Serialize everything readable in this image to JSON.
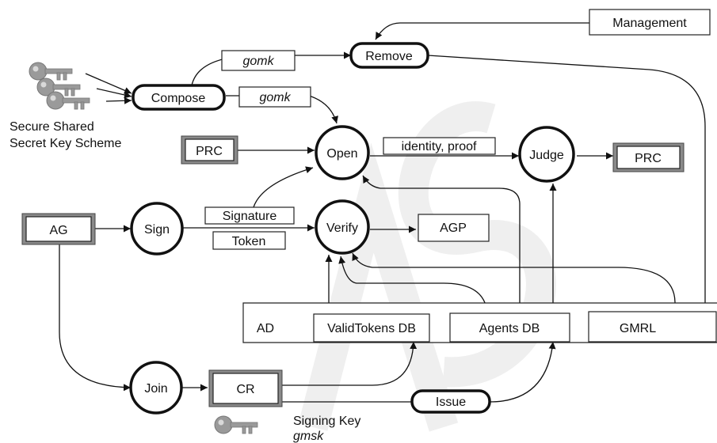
{
  "colors": {
    "stroke": "#111111",
    "watermark": "#bbbbbb",
    "key": "#9a9a9a",
    "shadow": "#8a8a8a"
  },
  "labels": {
    "management": "Management",
    "remove": "Remove",
    "gomk_top": "gomk",
    "gomk_mid": "gomk",
    "compose": "Compose",
    "key_scheme_line1": "Secure Shared",
    "key_scheme_line2": "Secret Key Scheme",
    "prc_left": "PRC",
    "open": "Open",
    "identity_proof": "identity, proof",
    "judge": "Judge",
    "prc_right": "PRC",
    "ag": "AG",
    "sign": "Sign",
    "signature": "Signature",
    "token": "Token",
    "verify": "Verify",
    "agp": "AGP",
    "ad": "AD",
    "valid_tokens_db": "ValidTokens DB",
    "agents_db": "Agents DB",
    "gmrl": "GMRL",
    "join": "Join",
    "cr": "CR",
    "issue": "Issue",
    "signing_key": "Signing Key",
    "gmsk": "gmsk"
  },
  "icons": {
    "key": "key-icon"
  }
}
